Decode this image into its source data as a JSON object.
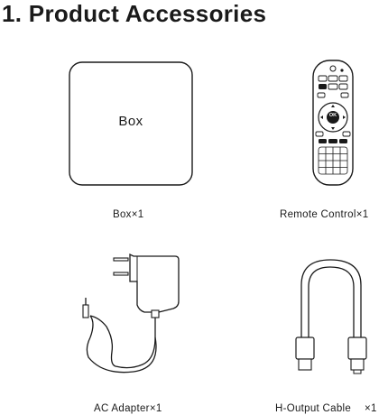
{
  "page": {
    "title": "1. Product Accessories"
  },
  "items": {
    "box": {
      "label_on_device": "Box",
      "caption": "Box×1"
    },
    "remote": {
      "caption": "Remote Control×1",
      "ok_label": "OK"
    },
    "adapter": {
      "caption": "AC Adapter×1"
    },
    "cable": {
      "caption_name": "H-Output  Cable",
      "caption_qty": "×1"
    }
  }
}
